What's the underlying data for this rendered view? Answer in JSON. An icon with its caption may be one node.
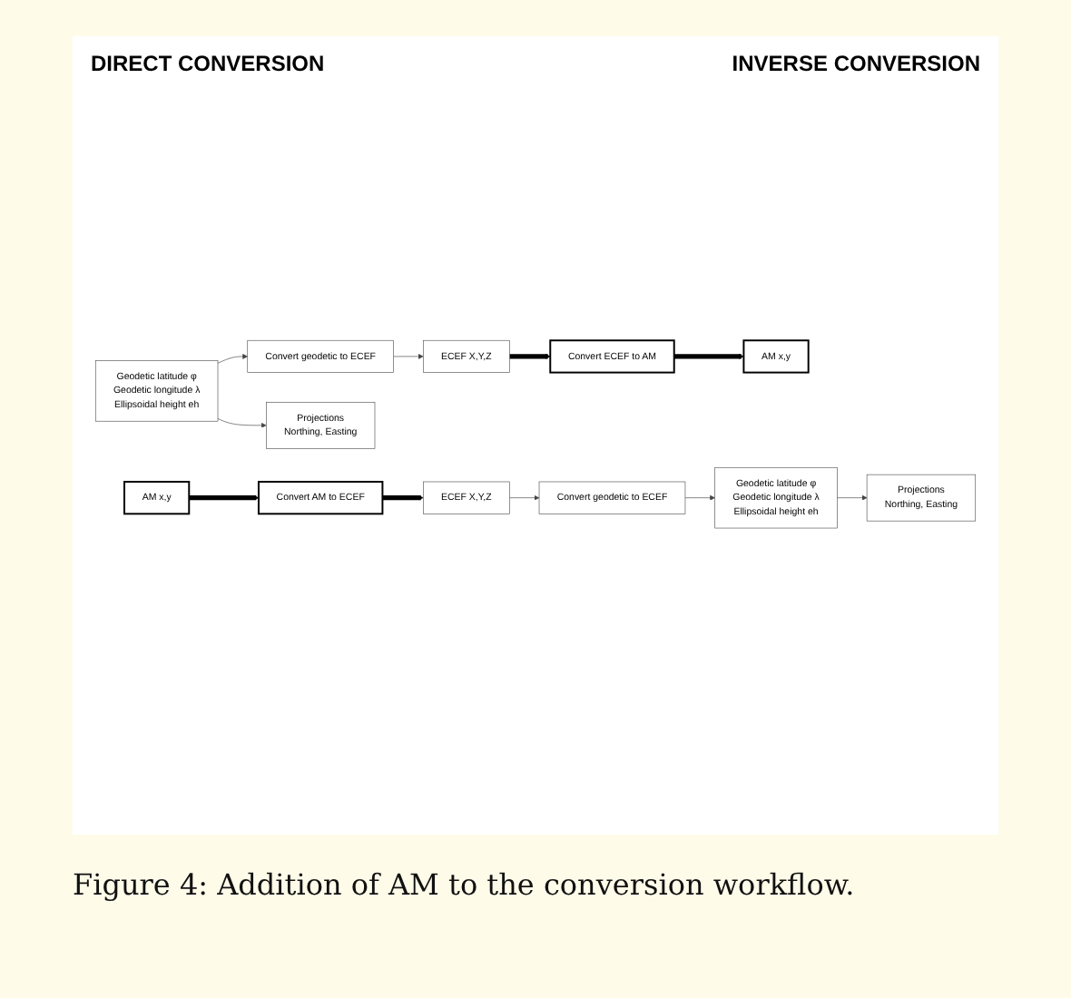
{
  "diagram": {
    "caption": "Figure 4: Addition of AM to the conversion workflow.",
    "nodes": [
      {
        "text": [
          "Geodetic latitude φ",
          "Geodetic longitude λ",
          "Ellipsoidal height eh"
        ]
      },
      {
        "text": [
          "Convert geodetic to ECEF"
        ]
      },
      {
        "text": [
          "ECEF X,Y,Z"
        ]
      },
      {
        "text": [
          "Convert ECEF to AM"
        ]
      },
      {
        "text": [
          "AM x,y"
        ]
      },
      {
        "text": [
          "Projections",
          "Northing, Easting"
        ]
      },
      {
        "text": [
          "AM x,y"
        ]
      },
      {
        "text": [
          "Convert AM to ECEF"
        ]
      },
      {
        "text": [
          "ECEF X,Y,Z"
        ]
      },
      {
        "text": [
          "Convert geodetic to ECEF"
        ]
      },
      {
        "text": [
          "Geodetic latitude φ",
          "Geodetic longitude λ",
          "Ellipsoidal height eh"
        ]
      },
      {
        "text": [
          "Projections",
          "Northing, Easting"
        ]
      }
    ],
    "edges": [
      {
        "from": 0,
        "to": 1,
        "arrow": "to"
      },
      {
        "from": 1,
        "to": 2,
        "arrow": "to"
      },
      {
        "from": 2,
        "to": 3,
        "arrow": "to",
        "style": "thick"
      },
      {
        "from": 3,
        "to": 4,
        "arrow": "to",
        "style": "thick"
      },
      {
        "from": 0,
        "to": 5,
        "arrow": "to"
      },
      {
        "from": 6,
        "to": 7,
        "arrow": "to",
        "style": "thick"
      },
      {
        "from": 7,
        "to": 8,
        "arrow": "to",
        "style": "thick"
      },
      {
        "from": 8,
        "to": 9,
        "arrow": "to"
      },
      {
        "from": 9,
        "to": 10,
        "arrow": "to"
      },
      {
        "from": 10,
        "to": 11,
        "arrow": "to"
      }
    ],
    "labels": [
      "DIRECT CONVERSION",
      "INVERSE CONVERSION"
    ]
  }
}
